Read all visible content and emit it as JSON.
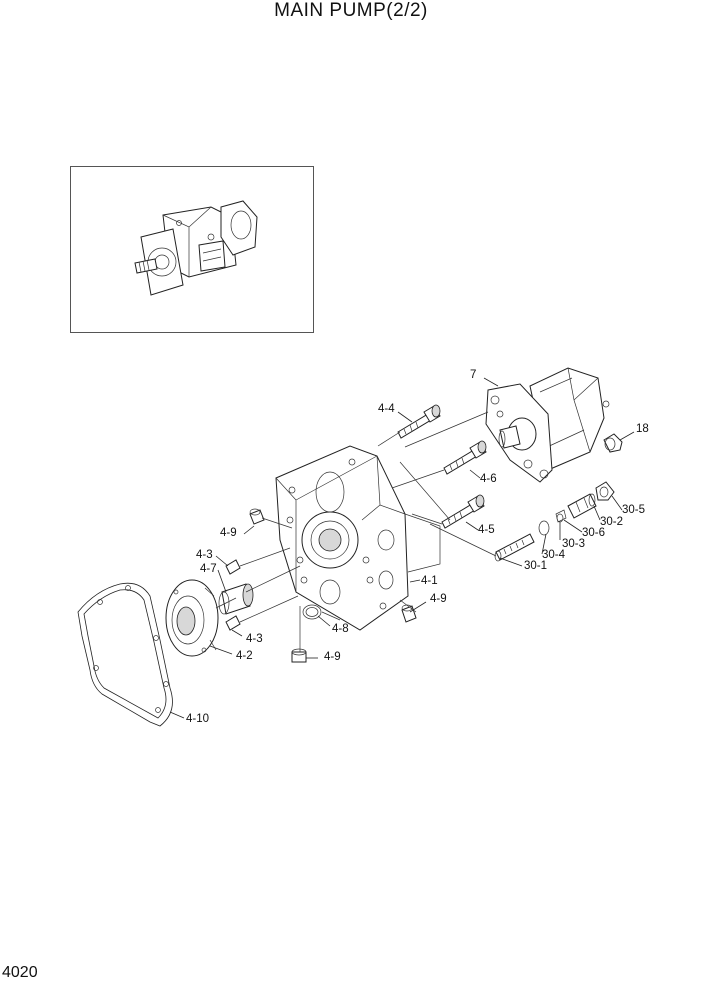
{
  "title": "MAIN PUMP(2/2)",
  "page_number": "4020",
  "labels": {
    "p7": "7",
    "p18": "18",
    "p4_4": "4-4",
    "p4_6": "4-6",
    "p4_5": "4-5",
    "p4_1": "4-1",
    "p4_9a": "4-9",
    "p4_9b": "4-9",
    "p4_9c": "4-9",
    "p4_3a": "4-3",
    "p4_3b": "4-3",
    "p4_7": "4-7",
    "p4_2": "4-2",
    "p4_8": "4-8",
    "p4_10": "4-10",
    "p30_1": "30-1",
    "p30_2": "30-2",
    "p30_3": "30-3",
    "p30_4": "30-4",
    "p30_5": "30-5",
    "p30_6": "30-6"
  }
}
